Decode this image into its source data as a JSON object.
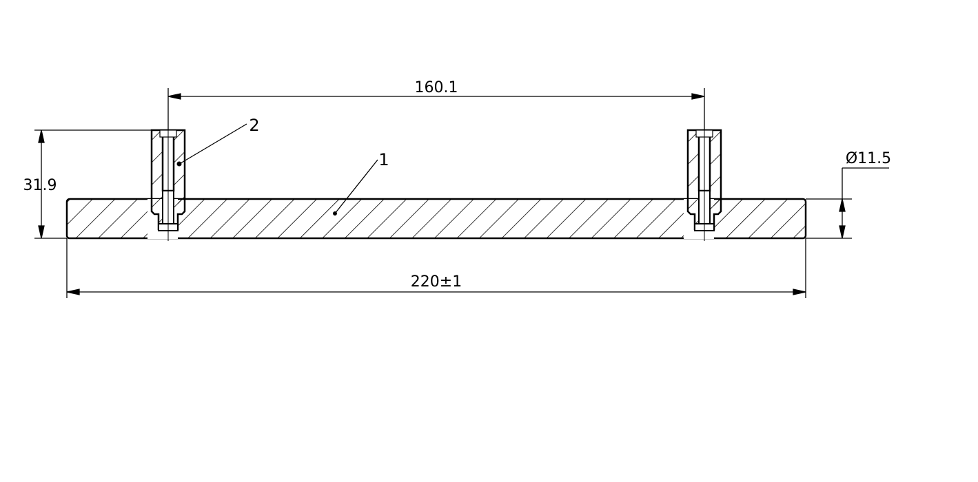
{
  "drawing": {
    "dimensions": {
      "stud_spacing": "160.1",
      "overall_height": "31.9",
      "overall_length": "220±1",
      "bar_diameter": "Ø11.5"
    },
    "part_labels": [
      "1",
      "2"
    ],
    "colors": {
      "line": "#000000",
      "background": "#ffffff"
    }
  }
}
